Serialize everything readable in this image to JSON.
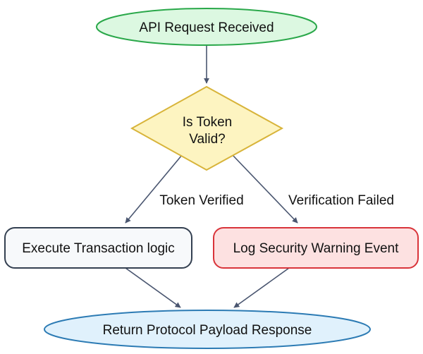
{
  "nodes": {
    "start": {
      "label": "API Request Received",
      "shape": "ellipse",
      "fill": "#dcf8e1",
      "stroke": "#2aa84a"
    },
    "decision": {
      "line1": "Is Token",
      "line2": "Valid?",
      "shape": "diamond",
      "fill": "#fdf4c1",
      "stroke": "#d8b43a"
    },
    "execute": {
      "label": "Execute Transaction logic",
      "shape": "rounded-rect",
      "fill": "#f7f9fb",
      "stroke": "#344051"
    },
    "log": {
      "label": "Log Security Warning Event",
      "shape": "rounded-rect",
      "fill": "#fde1e1",
      "stroke": "#d9343a"
    },
    "end": {
      "label": "Return Protocol Payload Response",
      "shape": "ellipse",
      "fill": "#e0f1fc",
      "stroke": "#2c7bb4"
    }
  },
  "edges": {
    "start_to_decision": {
      "label": ""
    },
    "decision_to_execute": {
      "label": "Token Verified"
    },
    "decision_to_log": {
      "label": "Verification Failed"
    },
    "execute_to_end": {
      "label": ""
    },
    "log_to_end": {
      "label": ""
    }
  },
  "colors": {
    "edge": "#4a5670"
  }
}
